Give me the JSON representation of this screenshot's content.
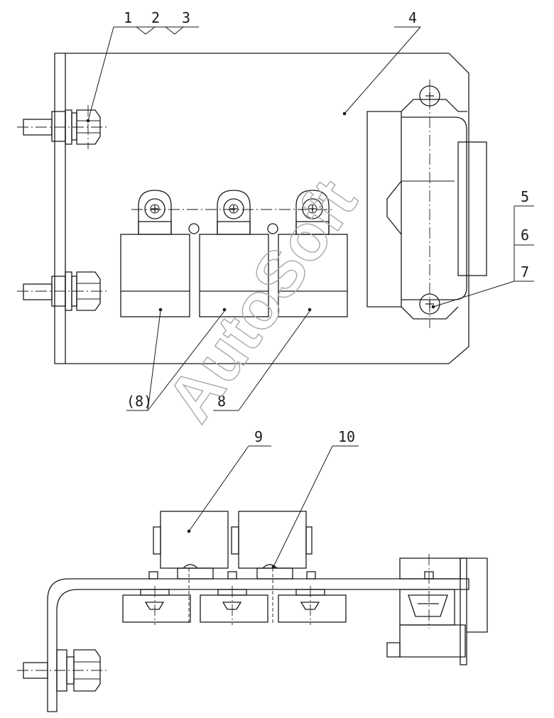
{
  "callouts": {
    "c1": "1",
    "c2": "2",
    "c3": "3",
    "c4": "4",
    "c5": "5",
    "c6": "6",
    "c7": "7",
    "c8_group": "(8)",
    "c8": "8",
    "c9": "9",
    "c10": "10"
  },
  "watermark": "AutoSoft"
}
